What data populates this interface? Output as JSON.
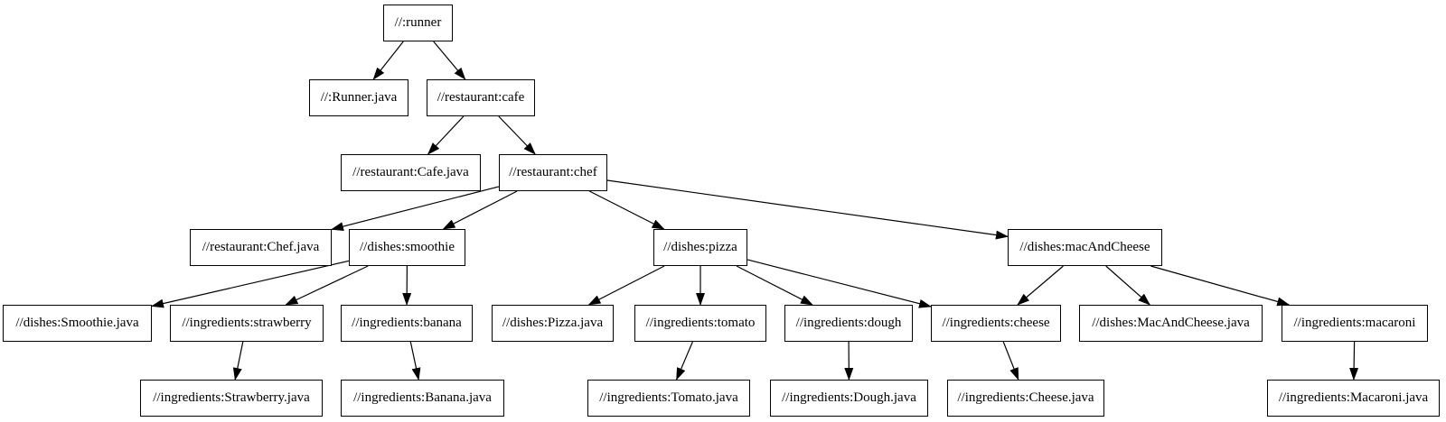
{
  "diagram": {
    "kind": "build-dependency-graph",
    "background_color": "#ffffff",
    "node_fill_color": "#ffffff",
    "node_border_color": "#000000",
    "text_color": "#000000",
    "edge_color": "#000000",
    "nodes": [
      {
        "id": "runner",
        "label": "//:runner"
      },
      {
        "id": "runner-java",
        "label": "//:Runner.java"
      },
      {
        "id": "cafe",
        "label": "//restaurant:cafe"
      },
      {
        "id": "cafe-java",
        "label": "//restaurant:Cafe.java"
      },
      {
        "id": "chef",
        "label": "//restaurant:chef"
      },
      {
        "id": "chef-java",
        "label": "//restaurant:Chef.java"
      },
      {
        "id": "smoothie",
        "label": "//dishes:smoothie"
      },
      {
        "id": "pizza",
        "label": "//dishes:pizza"
      },
      {
        "id": "mac-and-cheese",
        "label": "//dishes:macAndCheese"
      },
      {
        "id": "smoothie-java",
        "label": "//dishes:Smoothie.java"
      },
      {
        "id": "strawberry",
        "label": "//ingredients:strawberry"
      },
      {
        "id": "banana",
        "label": "//ingredients:banana"
      },
      {
        "id": "pizza-java",
        "label": "//dishes:Pizza.java"
      },
      {
        "id": "tomato",
        "label": "//ingredients:tomato"
      },
      {
        "id": "dough",
        "label": "//ingredients:dough"
      },
      {
        "id": "cheese",
        "label": "//ingredients:cheese"
      },
      {
        "id": "mac-and-cheese-java",
        "label": "//dishes:MacAndCheese.java"
      },
      {
        "id": "macaroni",
        "label": "//ingredients:macaroni"
      },
      {
        "id": "strawberry-java",
        "label": "//ingredients:Strawberry.java"
      },
      {
        "id": "banana-java",
        "label": "//ingredients:Banana.java"
      },
      {
        "id": "tomato-java",
        "label": "//ingredients:Tomato.java"
      },
      {
        "id": "dough-java",
        "label": "//ingredients:Dough.java"
      },
      {
        "id": "cheese-java",
        "label": "//ingredients:Cheese.java"
      },
      {
        "id": "macaroni-java",
        "label": "//ingredients:Macaroni.java"
      }
    ],
    "edges": [
      {
        "from": "runner",
        "to": "runner-java"
      },
      {
        "from": "runner",
        "to": "cafe"
      },
      {
        "from": "cafe",
        "to": "cafe-java"
      },
      {
        "from": "cafe",
        "to": "chef"
      },
      {
        "from": "chef",
        "to": "chef-java"
      },
      {
        "from": "chef",
        "to": "smoothie"
      },
      {
        "from": "chef",
        "to": "pizza"
      },
      {
        "from": "chef",
        "to": "mac-and-cheese"
      },
      {
        "from": "smoothie",
        "to": "smoothie-java"
      },
      {
        "from": "smoothie",
        "to": "strawberry"
      },
      {
        "from": "smoothie",
        "to": "banana"
      },
      {
        "from": "strawberry",
        "to": "strawberry-java"
      },
      {
        "from": "banana",
        "to": "banana-java"
      },
      {
        "from": "pizza",
        "to": "pizza-java"
      },
      {
        "from": "pizza",
        "to": "tomato"
      },
      {
        "from": "pizza",
        "to": "dough"
      },
      {
        "from": "pizza",
        "to": "cheese"
      },
      {
        "from": "tomato",
        "to": "tomato-java"
      },
      {
        "from": "dough",
        "to": "dough-java"
      },
      {
        "from": "cheese",
        "to": "cheese-java"
      },
      {
        "from": "mac-and-cheese",
        "to": "cheese"
      },
      {
        "from": "mac-and-cheese",
        "to": "mac-and-cheese-java"
      },
      {
        "from": "mac-and-cheese",
        "to": "macaroni"
      },
      {
        "from": "macaroni",
        "to": "macaroni-java"
      }
    ]
  }
}
